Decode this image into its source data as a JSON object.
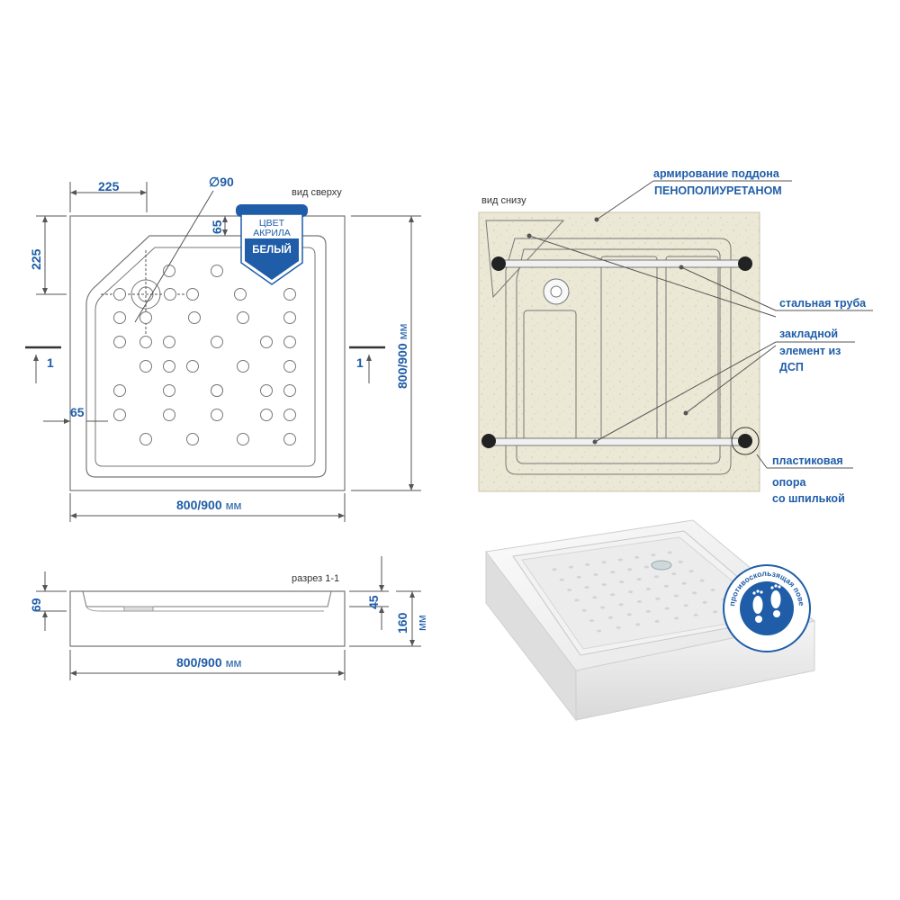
{
  "colors": {
    "accent": "#1f5da8",
    "foam": "#ece8d6",
    "line": "#555555"
  },
  "top_view": {
    "label": "вид сверху",
    "dim_corner_w": "225",
    "dim_corner_h": "225",
    "dim_drain": "∅90",
    "dim_rim_top": "65",
    "dim_rim_left": "65",
    "section_mark_left": "1",
    "section_mark_right": "1",
    "dim_width": "800/900",
    "dim_width_unit": "мм",
    "dim_height": "800/900",
    "dim_height_unit": "мм"
  },
  "badge": {
    "line1": "ЦВЕТ",
    "line2": "АКРИЛА",
    "line3": "БЕЛЫЙ"
  },
  "bottom_view": {
    "label": "вид снизу",
    "callout_reinforce_1": "армирование поддона",
    "callout_reinforce_2": "ПЕНОПОЛИУРЕТАНОМ",
    "callout_pipe": "стальная труба",
    "callout_insert_1": "закладной",
    "callout_insert_2": "элемент из",
    "callout_insert_3": "ДСП",
    "callout_support_1": "пластиковая",
    "callout_support_2": "опора",
    "callout_support_3": "со шпилькой"
  },
  "section_view": {
    "label": "разрез 1-1",
    "dim_depth": "69",
    "dim_inner": "45",
    "dim_total": "160",
    "dim_total_unit": "мм",
    "dim_width": "800/900",
    "dim_width_unit": "мм"
  },
  "seal": {
    "text": "противоскользящая поверхность",
    "icon": "footprints-icon"
  }
}
